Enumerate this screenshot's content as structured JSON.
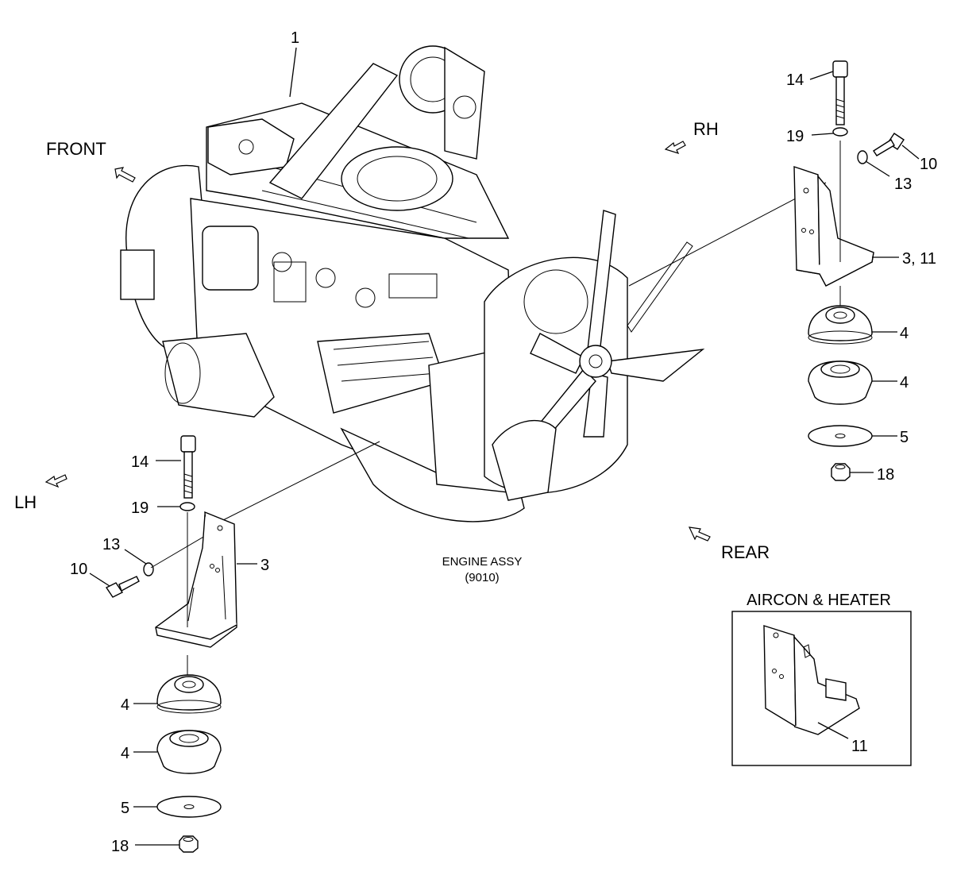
{
  "directions": {
    "front": "FRONT",
    "rh": "RH",
    "lh": "LH",
    "rear": "REAR"
  },
  "engine": {
    "title": "ENGINE ASSY",
    "code": "(9010)"
  },
  "inset": {
    "title": "AIRCON & HEATER",
    "label_11": "11"
  },
  "callouts": {
    "engine_1": "1",
    "rh_14": "14",
    "rh_19": "19",
    "rh_10": "10",
    "rh_13": "13",
    "rh_3_11": "3, 11",
    "rh_4a": "4",
    "rh_4b": "4",
    "rh_5": "5",
    "rh_18": "18",
    "lh_14": "14",
    "lh_19": "19",
    "lh_13": "13",
    "lh_10": "10",
    "lh_3": "3",
    "lh_4a": "4",
    "lh_4b": "4",
    "lh_5": "5",
    "lh_18": "18"
  }
}
